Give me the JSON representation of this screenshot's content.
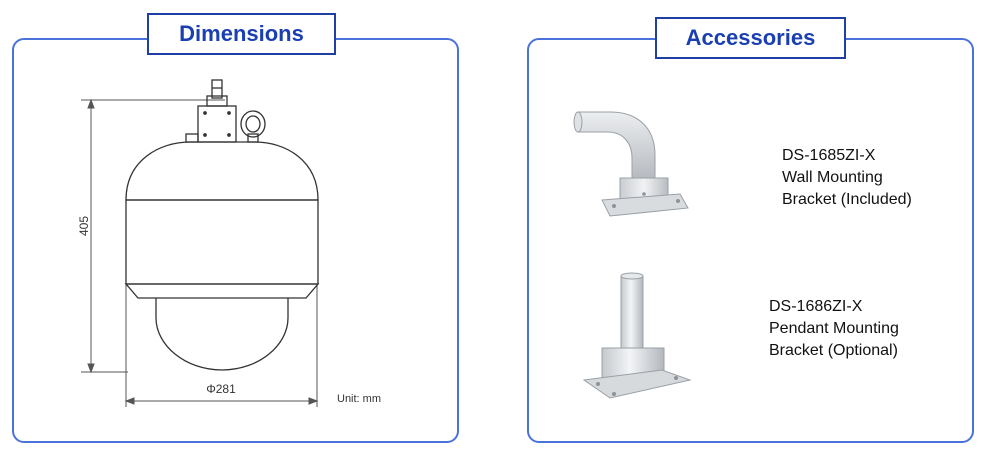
{
  "dimensions": {
    "title": "Dimensions",
    "height_label": "405",
    "diameter_label": "Φ281",
    "unit_label": "Unit: mm"
  },
  "accessories": {
    "title": "Accessories",
    "items": [
      {
        "model": "DS-1685ZI-X",
        "line2": "Wall Mounting",
        "line3": "Bracket (Included)"
      },
      {
        "model": "DS-1686ZI-X",
        "line2": "Pendant Mounting",
        "line3": "Bracket (Optional)"
      }
    ]
  }
}
